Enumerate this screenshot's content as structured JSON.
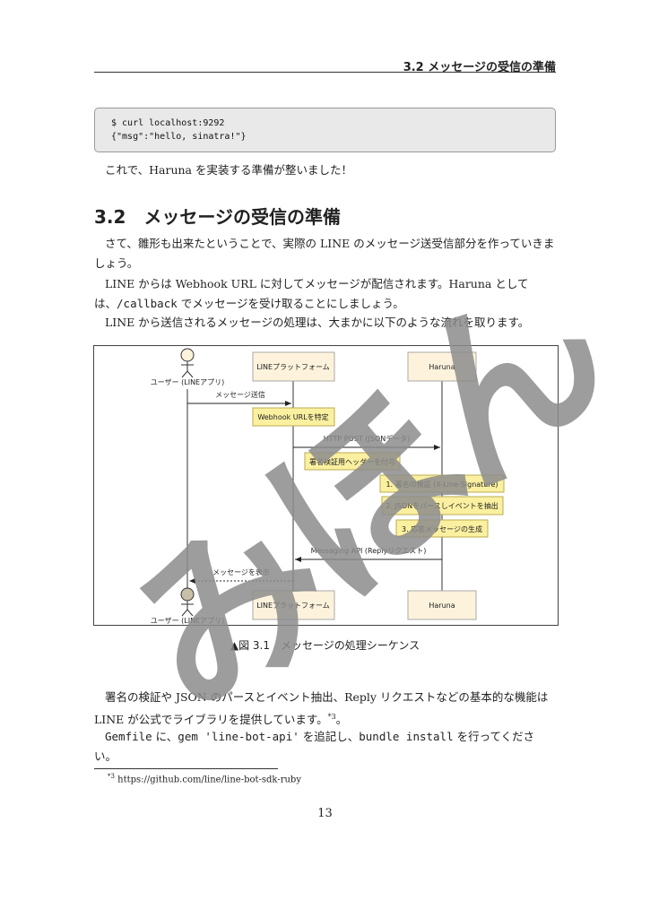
{
  "header": {
    "running_title": "3.2 メッセージの受信の準備"
  },
  "code_block": {
    "lines": [
      "$ curl localhost:9292",
      "{\"msg\":\"hello, sinatra!\"}"
    ]
  },
  "intro_paragraph": "これで、Haruna を実装する準備が整いました！",
  "section": {
    "number": "3.2",
    "title": "メッセージの受信の準備"
  },
  "paragraphs": {
    "p1": "さて、雛形も出来たということで、実際の LINE のメッセージ送受信部分を作っていきましょう。",
    "p2_a": "LINE からは Webhook URL に対してメッセージが配信されます。Haruna としては、",
    "p2_code": "/callback",
    "p2_b": " でメッセージを受け取ることにしましょう。",
    "p3": "LINE から送信されるメッセージの処理は、大まかに以下のような流れを取ります。",
    "p4": "署名の検証や JSON のパースとイベント抽出、Reply リクエストなどの基本的な機能は LINE が公式でライブラリを提供しています。",
    "p4_fnref": "*3",
    "p4_end": "。",
    "p5_code1": "Gemfile",
    "p5_a": " に、",
    "p5_code2": "gem 'line-bot-api'",
    "p5_b": " を追記し、",
    "p5_code3": "bundle install",
    "p5_c": " を行ってください。"
  },
  "diagram": {
    "actor_user": "ユーザー (LINEアプリ)",
    "participant_line": "LINEプラットフォーム",
    "participant_haruna": "Haruna",
    "msg_send": "メッセージ送信",
    "note_webhook": "Webhook URLを特定",
    "msg_http_post": "HTTP POST (JSONデータ)",
    "note_header": "署名検証用ヘッダーを付与",
    "note_step1": "1. 署名の検証 (X-Line-Signature)",
    "note_step2": "2. JSONをパースしイベントを抽出",
    "note_step3": "3. 応答メッセージの生成",
    "msg_reply": "Messaging API (Replyリクエスト)",
    "msg_display": "メッセージを表示",
    "colors": {
      "participant_fill": "#fdf3dc",
      "note_fill": "#fbf0a0",
      "note_border": "#b8ad50"
    }
  },
  "figure_caption": "▲図 3.1　メッセージの処理シーケンス",
  "footnote": {
    "mark": "*3",
    "text": "https://github.com/line/line-bot-sdk-ruby"
  },
  "page_number": "13",
  "watermark": "みほん"
}
